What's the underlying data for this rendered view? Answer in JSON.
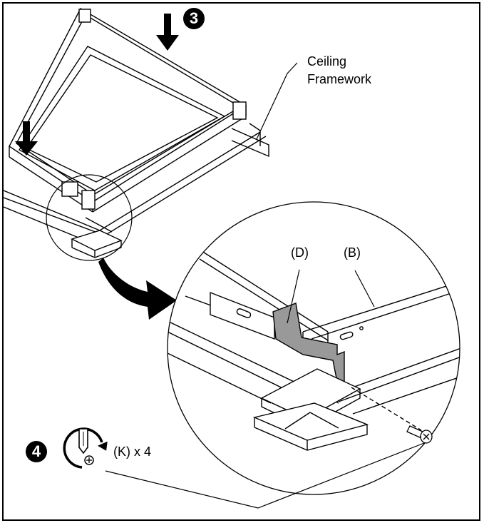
{
  "labels": {
    "ceiling_line1": "Ceiling",
    "ceiling_line2": "Framework",
    "part_d": "(D)",
    "part_b": "(B)",
    "screw_qty": "(K) x 4"
  },
  "steps": {
    "step3": "3",
    "step4": "4"
  },
  "icons": {
    "down_arrow": "down-arrow-icon",
    "curved_arrow": "curved-arrow-icon",
    "screwdriver_rotate": "screwdriver-rotate-icon",
    "screw": "screw-icon"
  },
  "colors": {
    "line": "#000000",
    "bracket": "#999999",
    "background": "#ffffff"
  }
}
